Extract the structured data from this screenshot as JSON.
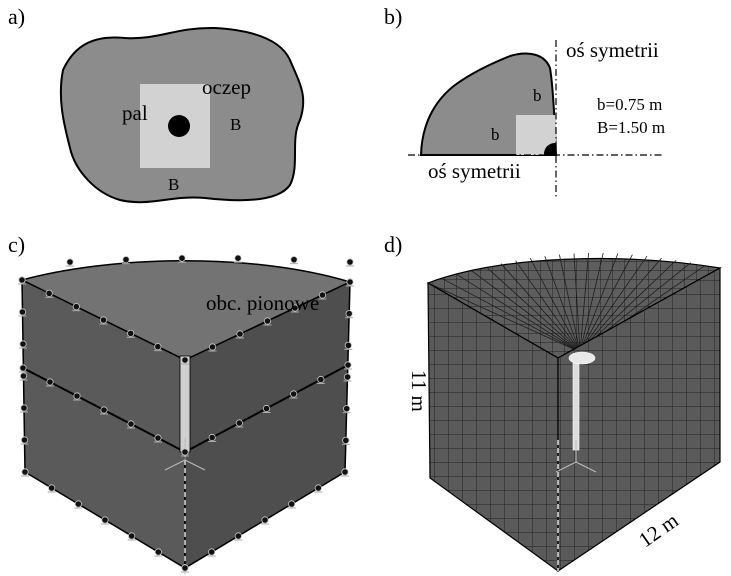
{
  "panels": {
    "a": {
      "label": "a)",
      "text_pile": "pal",
      "text_cap": "oczep",
      "dim_right": "B",
      "dim_bottom": "B",
      "colors": {
        "soil": "#8c8c8c",
        "cap": "#d2d2d2",
        "pile": "#000000"
      }
    },
    "b": {
      "label": "b)",
      "axis_vertical": "oś symetrii",
      "axis_horizontal": "oś symetrii",
      "dim_b_left": "b",
      "dim_b_right": "b",
      "param_b": "b=0.75 m",
      "param_B": "B=1.50 m"
    },
    "c": {
      "label": "c)",
      "load_text": "obc. pionowe"
    },
    "d": {
      "label": "d)",
      "height_text": "11 m",
      "width_text": "12 m"
    }
  }
}
